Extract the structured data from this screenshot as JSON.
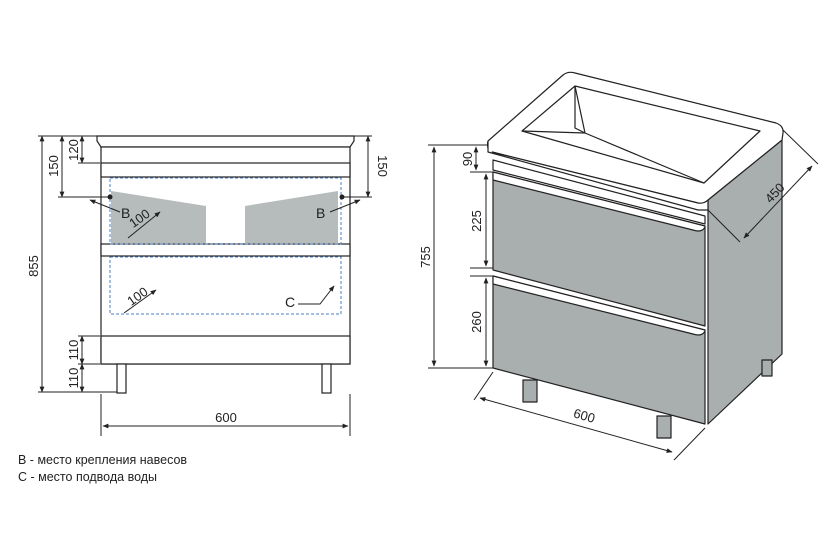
{
  "front_view": {
    "dimensions": {
      "total_height": "855",
      "top_120": "120",
      "top_150_left": "150",
      "top_150_right": "150",
      "drawer_110": "110",
      "legs_110": "110",
      "width": "600",
      "upper_100": "100",
      "lower_100": "100"
    },
    "markers": {
      "b_left": "B",
      "b_right": "B",
      "c": "C"
    }
  },
  "iso_view": {
    "dimensions": {
      "height_755": "755",
      "top_90": "90",
      "drawer_225": "225",
      "drawer_260": "260",
      "width_600": "600",
      "depth_450": "450"
    }
  },
  "legend": {
    "b": "B - место крепления навесов",
    "c": "C - место подвода воды"
  }
}
